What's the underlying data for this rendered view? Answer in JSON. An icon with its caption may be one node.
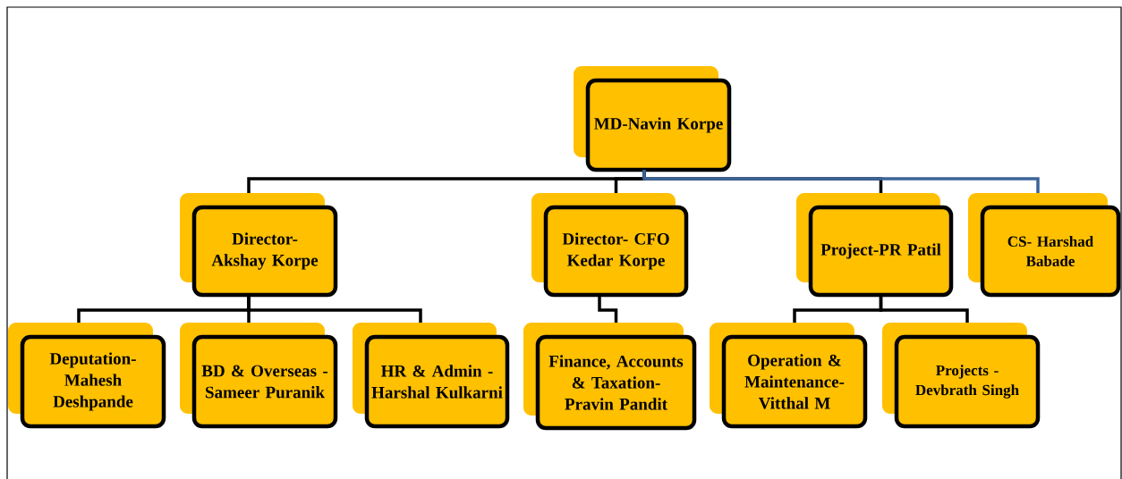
{
  "diagram": {
    "nodes": [
      {
        "text": [
          "MD-Navin Korpe"
        ]
      },
      {
        "text": [
          "Director- Akshay Korpe"
        ]
      },
      {
        "text": [
          "Director- CFO Kedar Korpe"
        ]
      },
      {
        "text": [
          "Project-PR Patil"
        ]
      },
      {
        "text": [
          "CS- Harshad Babade"
        ]
      },
      {
        "text": [
          "Deputation- Mahesh Deshpande"
        ]
      },
      {
        "text": [
          "BD & Overseas - Sameer Puranik"
        ]
      },
      {
        "text": [
          "HR & Admin - Harshal Kulkarni"
        ]
      },
      {
        "text": [
          "Finance, Accounts & Taxation- Pravin Pandit"
        ]
      },
      {
        "text": [
          "Operation & Maintenance- Vitthal M"
        ]
      },
      {
        "text": [
          "Projects - Devbrath Singh"
        ]
      }
    ],
    "edges": [
      {
        "from": 0,
        "to": 1,
        "arrow": "none"
      },
      {
        "from": 0,
        "to": 2,
        "arrow": "none"
      },
      {
        "from": 0,
        "to": 3,
        "arrow": "none"
      },
      {
        "from": 0,
        "to": 4,
        "arrow": "none",
        "color": "#3c6499"
      },
      {
        "from": 1,
        "to": 5,
        "arrow": "none"
      },
      {
        "from": 1,
        "to": 6,
        "arrow": "none"
      },
      {
        "from": 1,
        "to": 7,
        "arrow": "none"
      },
      {
        "from": 2,
        "to": 8,
        "arrow": "none"
      },
      {
        "from": 3,
        "to": 9,
        "arrow": "none"
      },
      {
        "from": 3,
        "to": 10,
        "arrow": "none"
      }
    ]
  }
}
